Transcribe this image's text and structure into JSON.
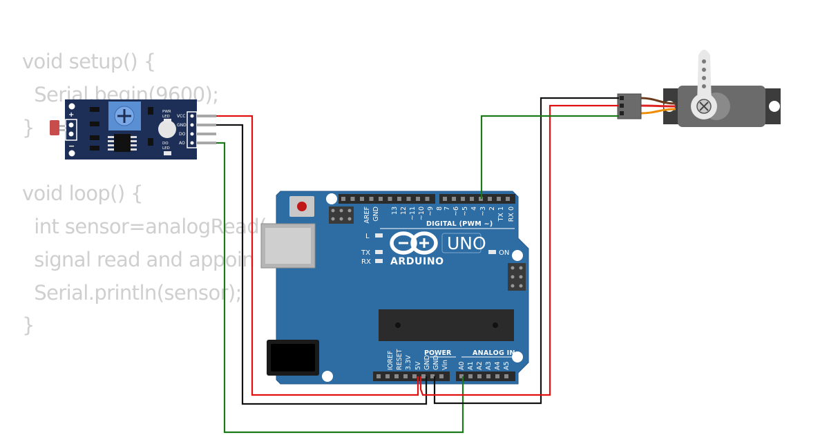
{
  "code": {
    "lines": [
      "void setup() {",
      "  Serial.begin(9600);",
      "}",
      "",
      "void loop() {",
      "  int sensor=analogRead(",
      "  signal read and appoin",
      "  Serial.println(sensor);",
      "}"
    ]
  },
  "sensor_module": {
    "pin_labels": [
      "VCC",
      "GND",
      "DO",
      "AO"
    ],
    "led_labels": [
      "PWR",
      "LED",
      "DO",
      "LED"
    ],
    "plus": "+",
    "minus": "−"
  },
  "arduino": {
    "logo_text": "ARDUINO",
    "model": "UNO",
    "on_label": "ON",
    "l_label": "L",
    "tx_label": "TX",
    "rx_label": "RX",
    "digital_header_label": "DIGITAL (PWM ~)",
    "power_label": "POWER",
    "analog_label": "ANALOG IN",
    "digital_pins": [
      "AREF",
      "GND",
      "13",
      "12",
      "~11",
      "~10",
      "~9",
      "8",
      "7",
      "~6",
      "~5",
      "4",
      "~3",
      "2",
      "TX 1",
      "RX 0"
    ],
    "power_pins": [
      "IOREF",
      "RESET",
      "3.3V",
      "5V",
      "GND",
      "GND",
      "Vin"
    ],
    "analog_pins": [
      "A0",
      "A1",
      "A2",
      "A3",
      "A4",
      "A5"
    ]
  },
  "colors": {
    "board": "#2e6da4",
    "sensor_board": "#1d2e57",
    "wire_red": "#e01010",
    "wire_black": "#111111",
    "wire_green": "#1a7a1a",
    "servo_body": "#6b6b6b",
    "code_text": "#cfcfcf"
  }
}
